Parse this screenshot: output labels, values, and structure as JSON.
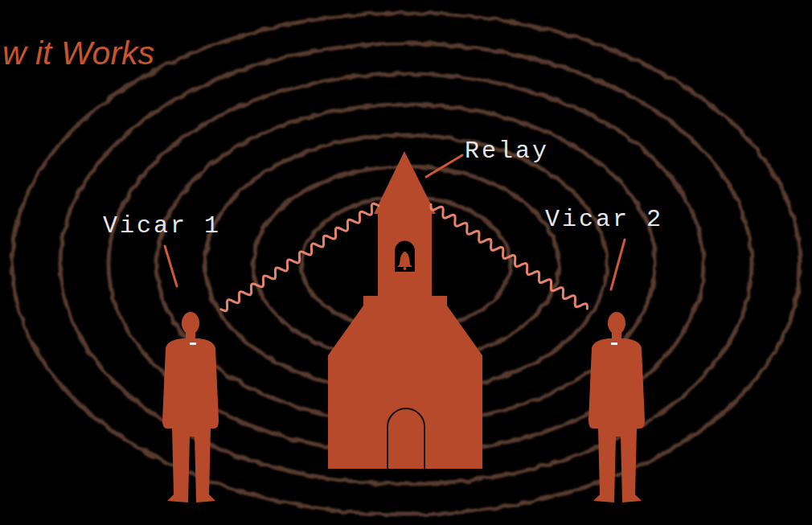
{
  "diagram": {
    "title": "w it Works",
    "nodes": [
      {
        "text": [
          "Vicar 1"
        ]
      },
      {
        "text": [
          "Relay"
        ]
      },
      {
        "text": [
          "Vicar 2"
        ]
      }
    ],
    "edges": [
      {
        "from": 0,
        "to": 1,
        "arrow": "none"
      },
      {
        "from": 1,
        "to": 2,
        "arrow": "none"
      }
    ]
  }
}
